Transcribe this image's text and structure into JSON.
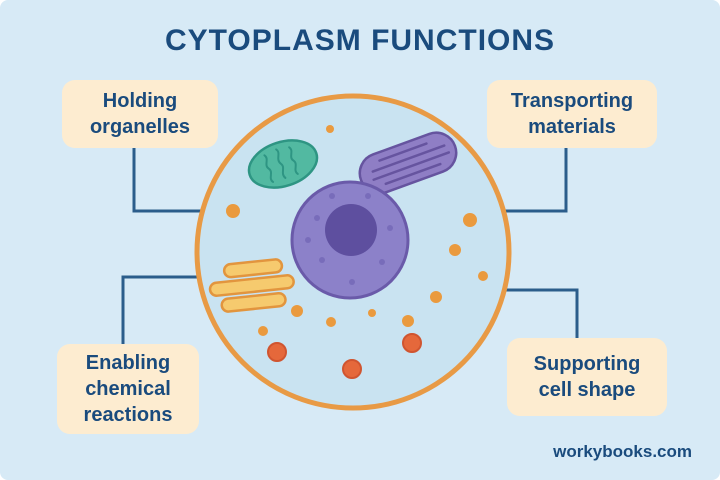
{
  "title": "CYTOPLASM FUNCTIONS",
  "labels": [
    {
      "text": "Holding organelles"
    },
    {
      "text": "Transporting materials"
    },
    {
      "text": "Enabling chemical reactions"
    },
    {
      "text": "Supporting cell shape"
    }
  ],
  "footer": "workybooks.com",
  "colors": {
    "background": "#d7eaf6",
    "box-bg": "#fdecd0",
    "text": "#1a4b7d",
    "line": "#2b5d8b",
    "cell-border": "#e89a45",
    "cell-fill": "#c9e3f1",
    "nucleus": "#8c81c9",
    "nucleus-border": "#6a5aa9",
    "nucleus-speck": "#786cba",
    "nucleolus": "#5e4f9f",
    "green-organelle": "#52b9a1",
    "green-organelle-border": "#2e9583",
    "purple-organelle": "#8f7ec5",
    "purple-organelle-border": "#66549f",
    "golgi": "#f6ca6e",
    "golgi-border": "#e2953e",
    "dot-orange": "#ea9a3e",
    "dot-red": "#e5683b",
    "dot-red-border": "#d05530"
  }
}
